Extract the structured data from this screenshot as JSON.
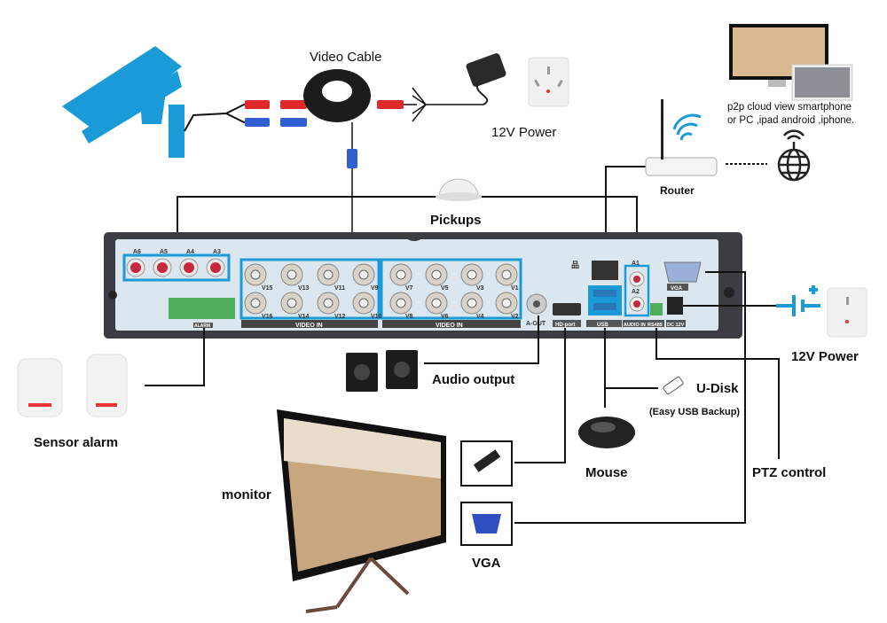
{
  "labels": {
    "video_cable": "Video Cable",
    "power_top": "12V Power",
    "p2p_line1": "p2p cloud view smartphone",
    "p2p_line2": "or PC ,ipad android ,iphone.",
    "router": "Router",
    "pickups": "Pickups",
    "power_right": "12V Power",
    "audio_output": "Audio output",
    "u_disk": "U-Disk",
    "u_disk_note": "(Easy USB Backup)",
    "sensor_alarm": "Sensor alarm",
    "mouse": "Mouse",
    "ptz_control": "PTZ control",
    "monitor": "monitor",
    "vga": "VGA"
  },
  "panel": {
    "audio_in_ports": [
      "A6",
      "A5",
      "A4",
      "A3"
    ],
    "video_top": [
      "V15",
      "V13",
      "V11",
      "V9",
      "V7",
      "V5",
      "V3",
      "V1"
    ],
    "video_bottom": [
      "V16",
      "V14",
      "V12",
      "V10",
      "V8",
      "V6",
      "V4",
      "V2"
    ],
    "video_in_1": "VIDEO IN",
    "video_in_2": "VIDEO IN",
    "alarm": "ALARM",
    "a_out": "A-OUT",
    "hd_port": "HD-port",
    "usb": "USB",
    "audio_in": "AUDIO IN",
    "a1": "A1",
    "a2": "A2",
    "vga": "VGA",
    "rs485": "RS485",
    "dc12v": "DC 12V"
  },
  "colors": {
    "accent_blue": "#1a9ad6",
    "panel": "#dce6ee",
    "chassis": "#3a3d42"
  }
}
